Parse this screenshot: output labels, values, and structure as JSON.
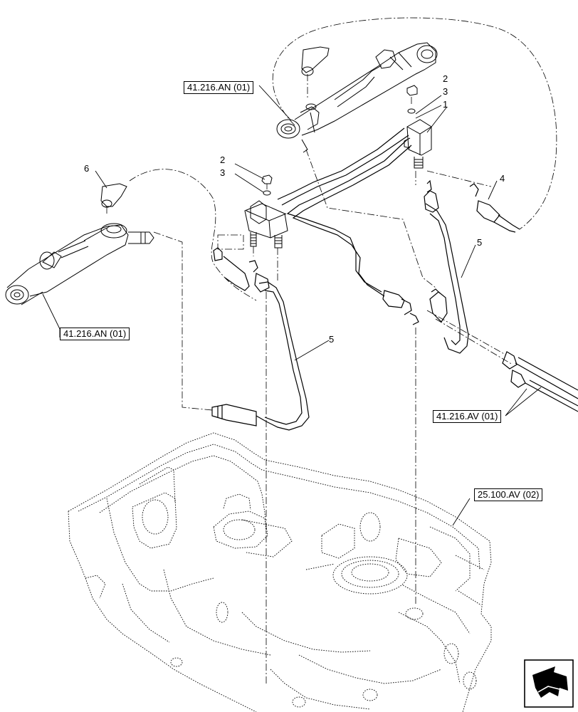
{
  "references": {
    "cyl_top": "41.216.AN (01)",
    "cyl_left": "41.216.AN (01)",
    "hoses_right": "41.216.AV (01)",
    "housing": "25.100.AV (02)"
  },
  "callouts": {
    "bolt_top": "2",
    "washer_top": "3",
    "block_top": "1",
    "bolt_mid": "2",
    "washer_mid": "3",
    "pin_left": "6",
    "fitting_right": "4",
    "hose_right": "5",
    "hose_mid": "5"
  },
  "icons": {
    "nav": "next-arrow-icon"
  }
}
